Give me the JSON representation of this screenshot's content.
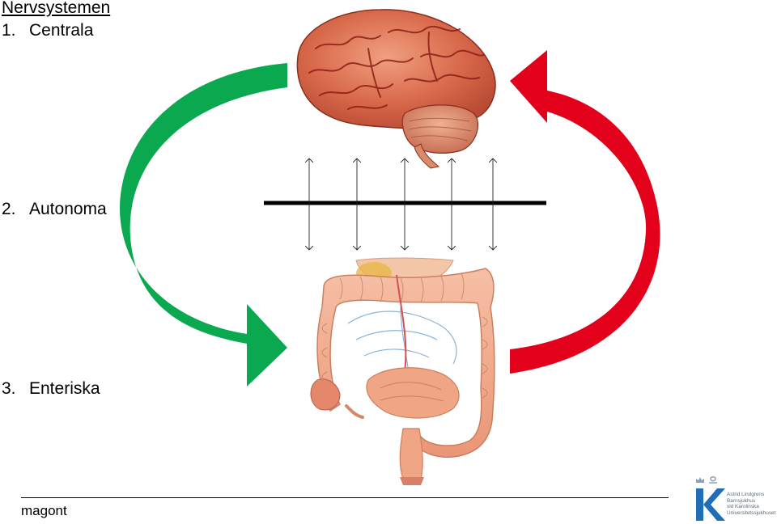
{
  "title": "Nervsystemen",
  "items": [
    {
      "num": "1.",
      "label": "Centrala"
    },
    {
      "num": "2.",
      "label": "Autonoma"
    },
    {
      "num": "3.",
      "label": "Enteriska"
    }
  ],
  "footer": {
    "text": "magont"
  },
  "logo": {
    "text": "Astrid Lindgrens\nBarnsjukhus\nvid Karolinska\nUniversitetssjukhuset",
    "letter": "K"
  },
  "colors": {
    "green_arrow": "#0aa84f",
    "red_arrow": "#e3001b",
    "brain": "#d9765a",
    "intestine": "#f2a88a",
    "logo_blue": "#1e6fb5"
  },
  "icons": [
    "brain-illustration",
    "intestine-illustration",
    "double-arrow",
    "curved-arrow"
  ]
}
